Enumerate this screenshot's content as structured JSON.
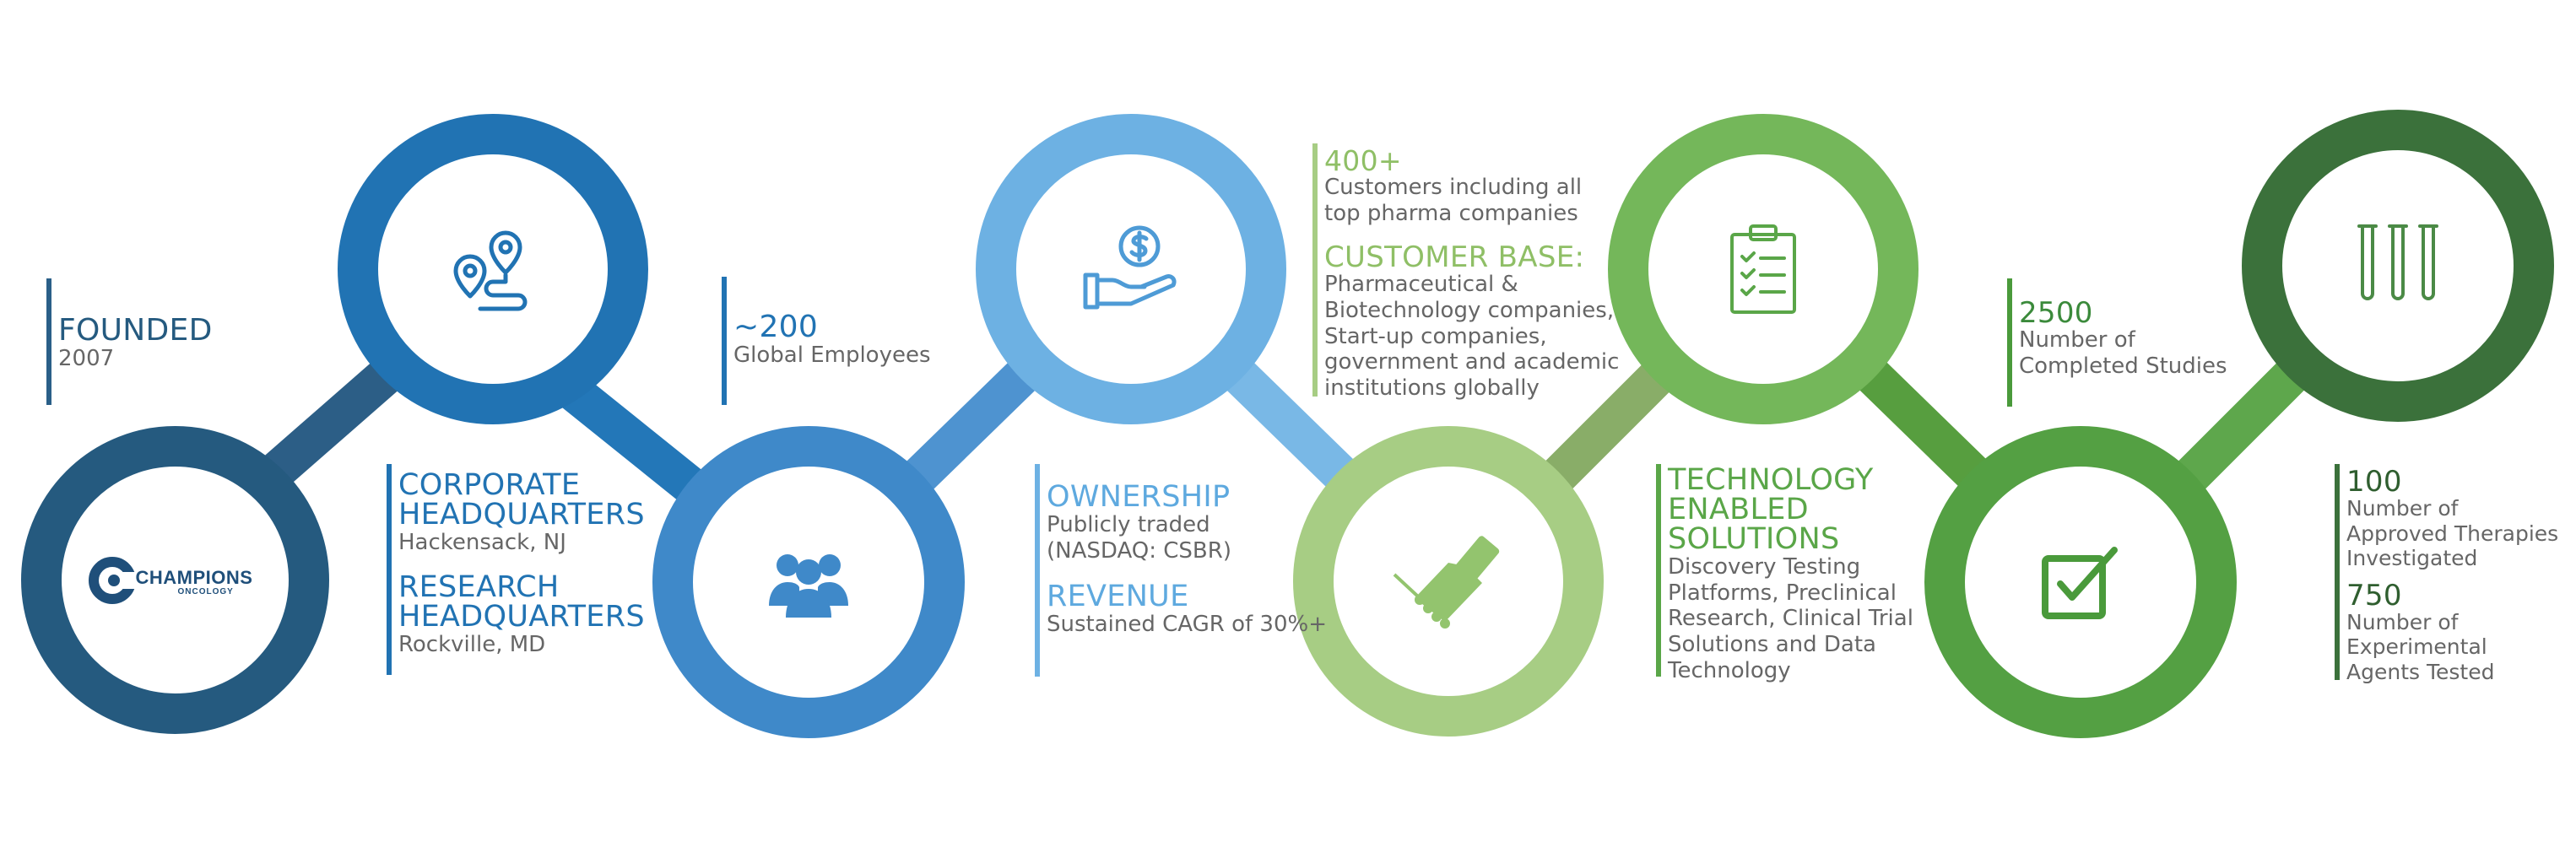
{
  "colors": {
    "navy": "#255a7f",
    "blue": "#2173b3",
    "mid_blue": "#3f89c9",
    "light_blue": "#6db1e3",
    "light_green": "#a7cd84",
    "green": "#74b75a",
    "mid_green": "#54a043",
    "dark_green": "#3b713b",
    "gray_text": "#666666"
  },
  "logo": {
    "name": "CHAMPIONS",
    "sub": "ONCOLOGY"
  },
  "icons": [
    "champions-logo",
    "map-pins-icon",
    "people-icon",
    "dollar-hand-icon",
    "handshake-icon",
    "clipboard-checklist-icon",
    "checkbox-icon",
    "test-tubes-icon"
  ],
  "facts": {
    "founded": {
      "title": "FOUNDED",
      "text": "2007"
    },
    "employees": {
      "title": "~200",
      "text": "Global Employees"
    },
    "corporate_hq": {
      "title_line1": "CORPORATE",
      "title_line2": "HEADQUARTERS",
      "text": "Hackensack, NJ"
    },
    "research_hq": {
      "title_line1": "RESEARCH",
      "title_line2": "HEADQUARTERS",
      "text": "Rockville, MD"
    },
    "ownership": {
      "title": "OWNERSHIP",
      "text_line1": "Publicly traded",
      "text_line2": "(NASDAQ: CSBR)"
    },
    "revenue": {
      "title": "REVENUE",
      "text": "Sustained CAGR of 30%+"
    },
    "customers": {
      "title": "400+",
      "text_line1": "Customers including all",
      "text_line2": "top pharma companies"
    },
    "customer_base": {
      "title": "CUSTOMER BASE:",
      "lines": [
        "Pharmaceutical &",
        "Biotechnology companies,",
        "Start-up companies,",
        "government and academic",
        "institutions globally"
      ]
    },
    "technology": {
      "title_lines": [
        "TECHNOLOGY",
        "ENABLED",
        "SOLUTIONS"
      ],
      "lines": [
        "Discovery Testing",
        "Platforms, Preclinical",
        "Research, Clinical Trial",
        "Solutions and Data",
        "Technology"
      ]
    },
    "studies": {
      "title": "2500",
      "text_line1": "Number of",
      "text_line2": "Completed Studies"
    },
    "therapies": {
      "title": "100",
      "lines": [
        "Number of",
        "Approved Therapies",
        "Investigated"
      ]
    },
    "agents": {
      "title": "750",
      "lines": [
        "Number of",
        "Experimental",
        "Agents Tested"
      ]
    }
  }
}
